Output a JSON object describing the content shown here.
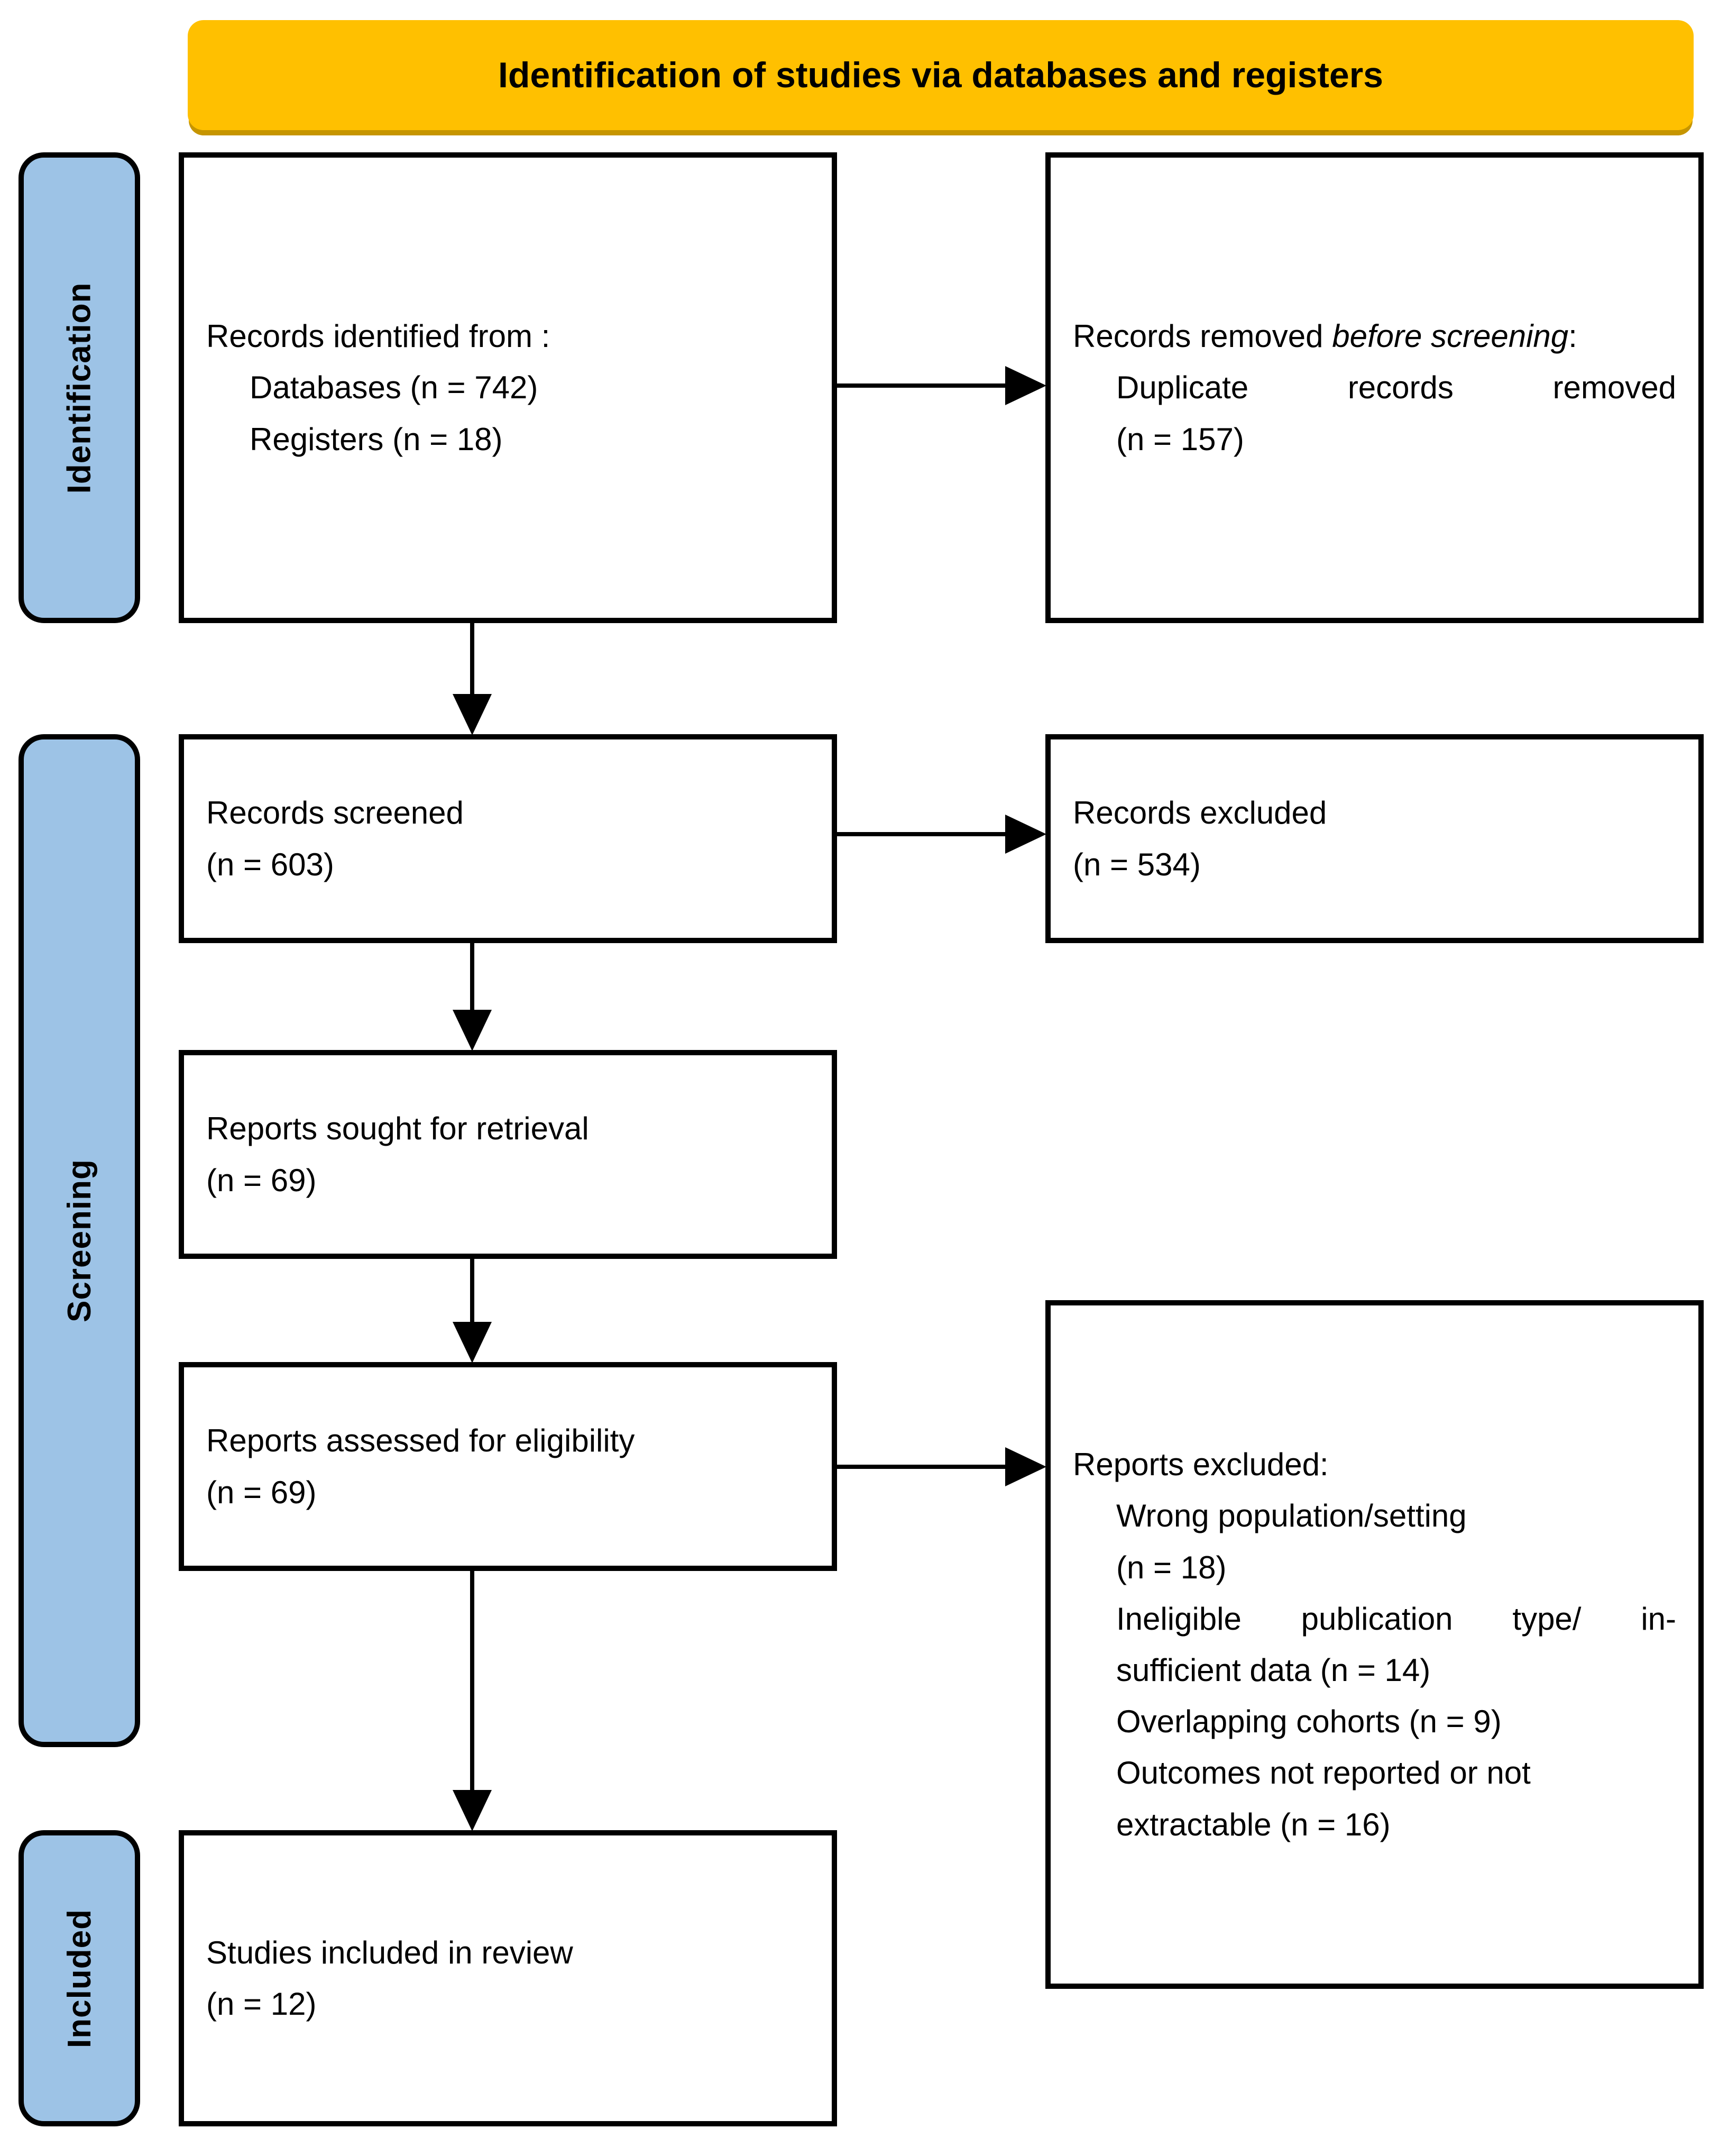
{
  "header": {
    "title": "Identification of studies via databases and registers"
  },
  "stages": [
    {
      "id": "identification",
      "label": "Identification"
    },
    {
      "id": "screening",
      "label": "Screening"
    },
    {
      "id": "included",
      "label": "Included"
    }
  ],
  "boxes": {
    "records_identified": {
      "line1": "Records identified from :",
      "line2": "Databases (n = 742)",
      "line3": "Registers (n = 18)"
    },
    "records_removed": {
      "line1_prefix": "Records removed ",
      "line1_italic": "before screening",
      "line1_suffix": ":",
      "line2": "Duplicate records removed",
      "line3": "(n = 157)"
    },
    "records_screened": {
      "line1": "Records screened",
      "line2": "(n = 603)"
    },
    "records_excluded": {
      "line1": "Records excluded",
      "line2": "(n = 534)"
    },
    "reports_sought": {
      "line1": "Reports sought for retrieval",
      "line2": "(n = 69)"
    },
    "reports_assessed": {
      "line1": "Reports assessed for eligibility",
      "line2": "(n = 69)"
    },
    "reports_excluded": {
      "heading": "Reports excluded:",
      "reason1_line1": "Wrong population/setting",
      "reason1_line2": "(n = 18)",
      "reason2_line1": "Ineligible publication type/ in-",
      "reason2_line2": "sufficient data (n = 14)",
      "reason3": "Overlapping cohorts (n = 9)",
      "reason4_line1": "Outcomes not reported or not",
      "reason4_line2": "extractable (n = 16)"
    },
    "studies_included": {
      "line1": "Studies included in review",
      "line2": "(n = 12)"
    }
  },
  "chart_data": {
    "type": "table",
    "title": "Identification of studies via databases and registers",
    "stages": [
      "Identification",
      "Screening",
      "Included"
    ],
    "nodes": [
      {
        "id": "records_identified_databases",
        "label": "Records identified from : Databases",
        "n": 742,
        "stage": "Identification"
      },
      {
        "id": "records_identified_registers",
        "label": "Records identified from : Registers",
        "n": 18,
        "stage": "Identification"
      },
      {
        "id": "duplicate_records_removed",
        "label": "Records removed before screening: Duplicate records removed",
        "n": 157,
        "stage": "Identification"
      },
      {
        "id": "records_screened",
        "label": "Records screened",
        "n": 603,
        "stage": "Screening"
      },
      {
        "id": "records_excluded",
        "label": "Records excluded",
        "n": 534,
        "stage": "Screening"
      },
      {
        "id": "reports_sought_for_retrieval",
        "label": "Reports sought for retrieval",
        "n": 69,
        "stage": "Screening"
      },
      {
        "id": "reports_assessed_for_eligibility",
        "label": "Reports assessed for eligibility",
        "n": 69,
        "stage": "Screening"
      },
      {
        "id": "reports_excluded_wrong_population",
        "label": "Reports excluded: Wrong population/setting",
        "n": 18,
        "stage": "Screening"
      },
      {
        "id": "reports_excluded_ineligible_type",
        "label": "Reports excluded: Ineligible publication type/ insufficient data",
        "n": 14,
        "stage": "Screening"
      },
      {
        "id": "reports_excluded_overlapping",
        "label": "Reports excluded: Overlapping cohorts",
        "n": 9,
        "stage": "Screening"
      },
      {
        "id": "reports_excluded_outcomes",
        "label": "Reports excluded: Outcomes not reported or not extractable",
        "n": 16,
        "stage": "Screening"
      },
      {
        "id": "studies_included_in_review",
        "label": "Studies included in review",
        "n": 12,
        "stage": "Included"
      }
    ],
    "edges": [
      {
        "from": "records_identified_databases",
        "to": "duplicate_records_removed"
      },
      {
        "from": "records_identified_databases",
        "to": "records_screened"
      },
      {
        "from": "records_screened",
        "to": "records_excluded"
      },
      {
        "from": "records_screened",
        "to": "reports_sought_for_retrieval"
      },
      {
        "from": "reports_sought_for_retrieval",
        "to": "reports_assessed_for_eligibility"
      },
      {
        "from": "reports_assessed_for_eligibility",
        "to": "reports_excluded_wrong_population"
      },
      {
        "from": "reports_assessed_for_eligibility",
        "to": "studies_included_in_review"
      }
    ]
  },
  "colors": {
    "header_fill": "#FFC000",
    "header_shadow": "#C69500",
    "stage_fill": "#9DC3E6",
    "border": "#000000",
    "box_fill": "#FFFFFF"
  }
}
